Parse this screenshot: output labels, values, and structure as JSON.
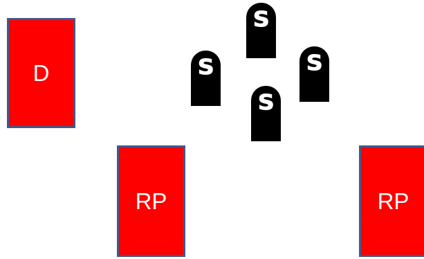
{
  "boxes": [
    {
      "label": "D",
      "fill": "#ff0000",
      "border": "#41588a"
    },
    {
      "label": "RP",
      "fill": "#ff0000",
      "border": "#41588a"
    },
    {
      "label": "RP",
      "fill": "#ff0000",
      "border": "#41588a"
    }
  ],
  "stones": [
    {
      "label": "S"
    },
    {
      "label": "S"
    },
    {
      "label": "S"
    },
    {
      "label": "S"
    }
  ],
  "colors": {
    "stone_fill": "#000000",
    "stone_text": "#ffffff",
    "box_text": "#ffffff"
  }
}
